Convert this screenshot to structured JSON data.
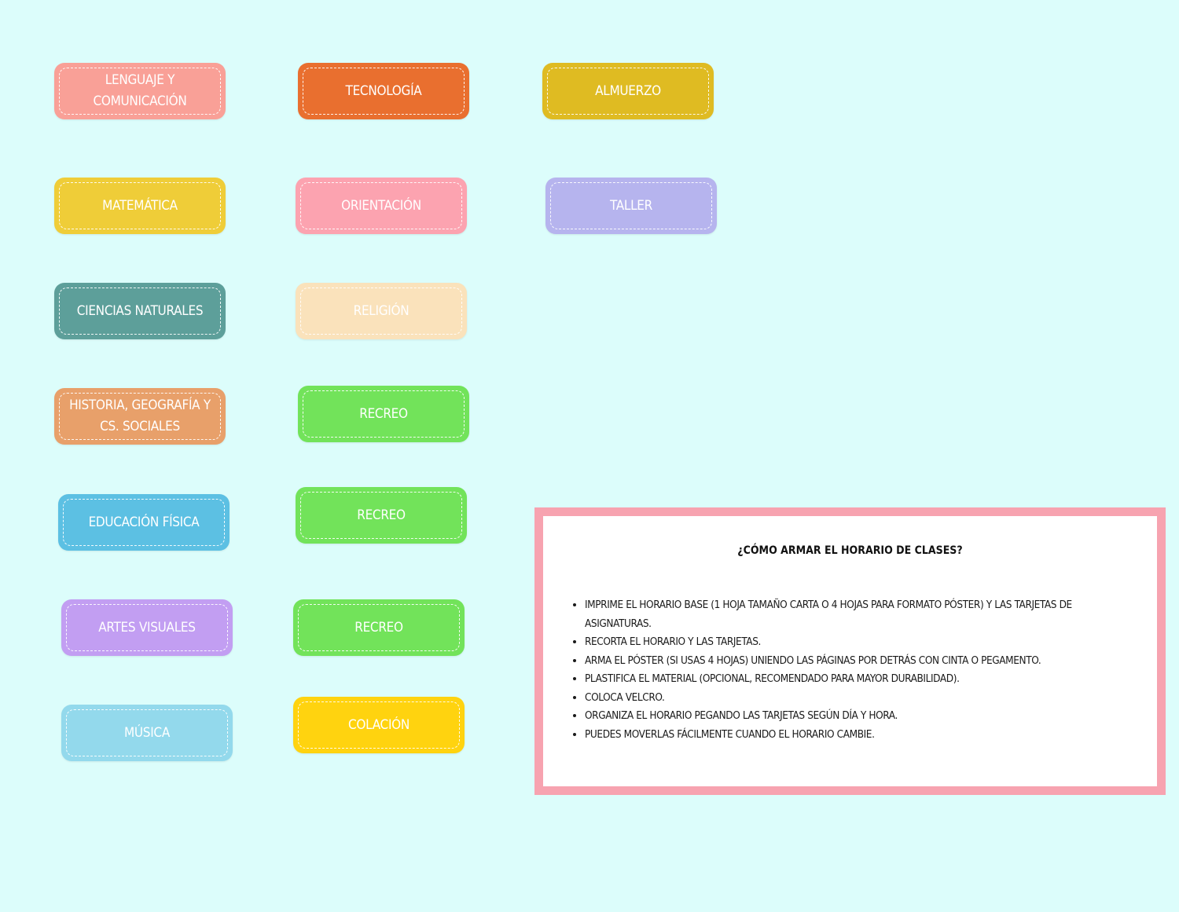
{
  "page": {
    "background": "#dcfdfb"
  },
  "cards": {
    "lenguaje": {
      "line1": "LENGUAJE Y",
      "line2": "COMUNICACIÓN",
      "color": "#f9a097"
    },
    "tecnologia": {
      "label": "TECNOLOGÍA",
      "color": "#e96f2f"
    },
    "almuerzo": {
      "label": "ALMUERZO",
      "color": "#dfbb22"
    },
    "matematica": {
      "label": "MATEMÁTICA",
      "color": "#efcd38"
    },
    "orientacion": {
      "label": "ORIENTACIÓN",
      "color": "#fca3b0"
    },
    "taller": {
      "label": "TALLER",
      "color": "#b6b4ee"
    },
    "ciencias": {
      "label": "CIENCIAS NATURALES",
      "color": "#5d9f9a"
    },
    "religion": {
      "label": "RELIGIÓN",
      "color": "#fae2bb"
    },
    "historia": {
      "line1": "HISTORIA, GEOGRAFÍA Y",
      "line2": "CS. SOCIALES",
      "color": "#e8a06a"
    },
    "recreo1": {
      "label": "RECREO",
      "color": "#72e35a"
    },
    "edfisica": {
      "label": "EDUCACIÓN FÍSICA",
      "color": "#5cc0e3"
    },
    "recreo2": {
      "label": "RECREO",
      "color": "#72e35a"
    },
    "artes": {
      "label": "ARTES VISUALES",
      "color": "#c29ef2"
    },
    "recreo3": {
      "label": "RECREO",
      "color": "#72e35a"
    },
    "musica": {
      "label": "MÚSICA",
      "color": "#93d9ec"
    },
    "colacion": {
      "label": "COLACIÓN",
      "color": "#ffd30f"
    }
  },
  "instructions": {
    "border_color": "#f7a3b0",
    "title": "¿CÓMO ARMAR EL HORARIO DE CLASES?",
    "steps": [
      " IMPRIME EL HORARIO BASE (1 HOJA TAMAÑO CARTA O 4 HOJAS PARA FORMATO PÓSTER) Y LAS TARJETAS DE ASIGNATURAS.",
      "RECORTA EL HORARIO Y LAS TARJETAS.",
      "ARMA EL PÓSTER (SI USAS 4 HOJAS) UNIENDO LAS PÁGINAS POR DETRÁS CON CINTA O PEGAMENTO.",
      "PLASTIFICA EL MATERIAL (OPCIONAL, RECOMENDADO PARA MAYOR DURABILIDAD).",
      "COLOCA VELCRO.",
      "ORGANIZA EL HORARIO PEGANDO LAS TARJETAS SEGÚN DÍA Y HORA.",
      " PUEDES MOVERLAS FÁCILMENTE CUANDO EL HORARIO CAMBIE."
    ]
  }
}
